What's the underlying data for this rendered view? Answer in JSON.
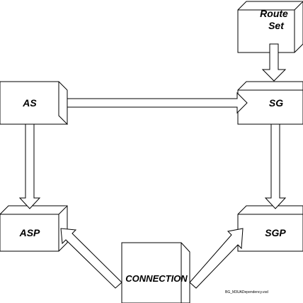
{
  "diagram": {
    "nodes": {
      "route_set": {
        "line1": "Route",
        "line2": "Set"
      },
      "as": {
        "label": "AS"
      },
      "sg": {
        "label": "SG"
      },
      "asp": {
        "label": "ASP"
      },
      "sgp": {
        "label": "SGP"
      },
      "connection": {
        "label": "CONNECTION"
      }
    },
    "caption": "BG_M3UADependency.vsd",
    "edges": [
      {
        "from": "route_set",
        "to": "sg"
      },
      {
        "from": "as",
        "to": "sg"
      },
      {
        "from": "as",
        "to": "asp"
      },
      {
        "from": "sg",
        "to": "sgp"
      },
      {
        "from": "connection",
        "to": "asp"
      },
      {
        "from": "connection",
        "to": "sgp"
      }
    ]
  }
}
